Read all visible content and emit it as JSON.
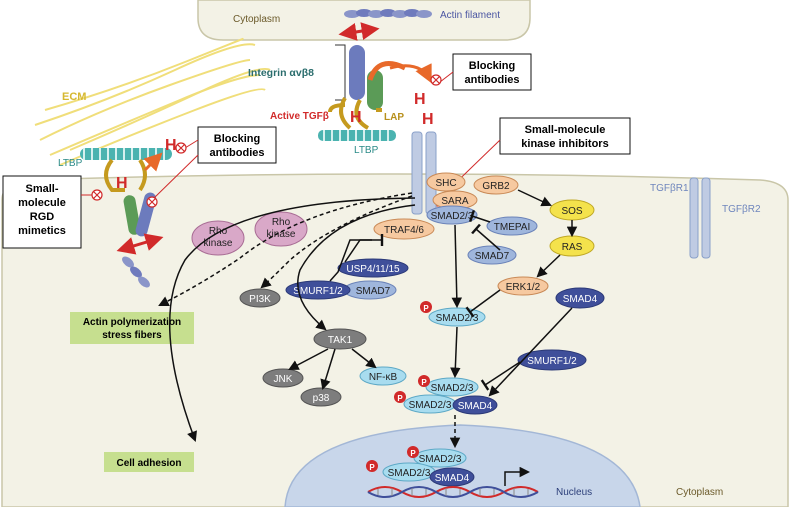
{
  "labels": {
    "cytoplasm_top": "Cytoplasm",
    "actin_filament": "Actin filament",
    "ecm": "ECM",
    "ltbp_left": "LTBP",
    "ltbp_right": "LTBP",
    "integrin": "Integrin αvβ8",
    "active_tgfb": "Active TGFβ",
    "lap": "LAP",
    "tgfbr1": "TGFβR1",
    "tgfbr2": "TGFβR2",
    "cytoplasm_bottom": "Cytoplasm",
    "nucleus": "Nucleus"
  },
  "boxes": {
    "blocking_antibodies_top": [
      "Blocking",
      "antibodies"
    ],
    "blocking_antibodies_left": [
      "Blocking",
      "antibodies"
    ],
    "small_molecule_kinase": [
      "Small-molecule",
      "kinase inhibitors"
    ],
    "rgd_mimetics": [
      "Small-",
      "molecule",
      "RGD",
      "mimetics"
    ]
  },
  "outcomes": {
    "actin_polymerization": [
      "Actin polymerization",
      "stress fibers"
    ],
    "cell_adhesion": "Cell adhesion"
  },
  "nodes": {
    "shc": "SHC",
    "grb2": "GRB2",
    "sara": "SARA",
    "smad23_receptor": "SMAD2/3",
    "tmepai": "TMEPAI",
    "smad7_a": "SMAD7",
    "sos": "SOS",
    "ras": "RAS",
    "erk": "ERK1/2",
    "smad4_free": "SMAD4",
    "traf": "TRAF4/6",
    "usp": "USP4/11/15",
    "smurf_a": "SMURF1/2",
    "smad7_b": "SMAD7",
    "rho_kinase_a": [
      "Rho",
      "kinase"
    ],
    "rho_kinase_b": [
      "Rho",
      "kinase"
    ],
    "pi3k": "PI3K",
    "tak1": "TAK1",
    "jnk": "JNK",
    "nfkb": "NF-κB",
    "p38": "p38",
    "psmad23": "SMAD2/3",
    "smurf_b": "SMURF1/2",
    "complex_smad23_a": "SMAD2/3",
    "complex_smad23_b": "SMAD2/3",
    "complex_smad4": "SMAD4",
    "nuc_smad23_a": "SMAD2/3",
    "nuc_smad23_b": "SMAD2/3",
    "nuc_smad4": "SMAD4",
    "p_mark": "P"
  },
  "colors": {
    "orange_node": "#f6c9a0",
    "blue_light": "#9fb6dc",
    "blue_dark": "#3f4f9a",
    "gray_node": "#7d7d7d",
    "pink_node": "#d9a8c8",
    "yellow_node": "#f4e24c",
    "cyan_node": "#a8dcef",
    "green_box": "#c6df8f",
    "red": "#d12a2a",
    "cytoplasm_fill": "#f3f2e6",
    "nucleus_fill": "#c8d6ea"
  }
}
